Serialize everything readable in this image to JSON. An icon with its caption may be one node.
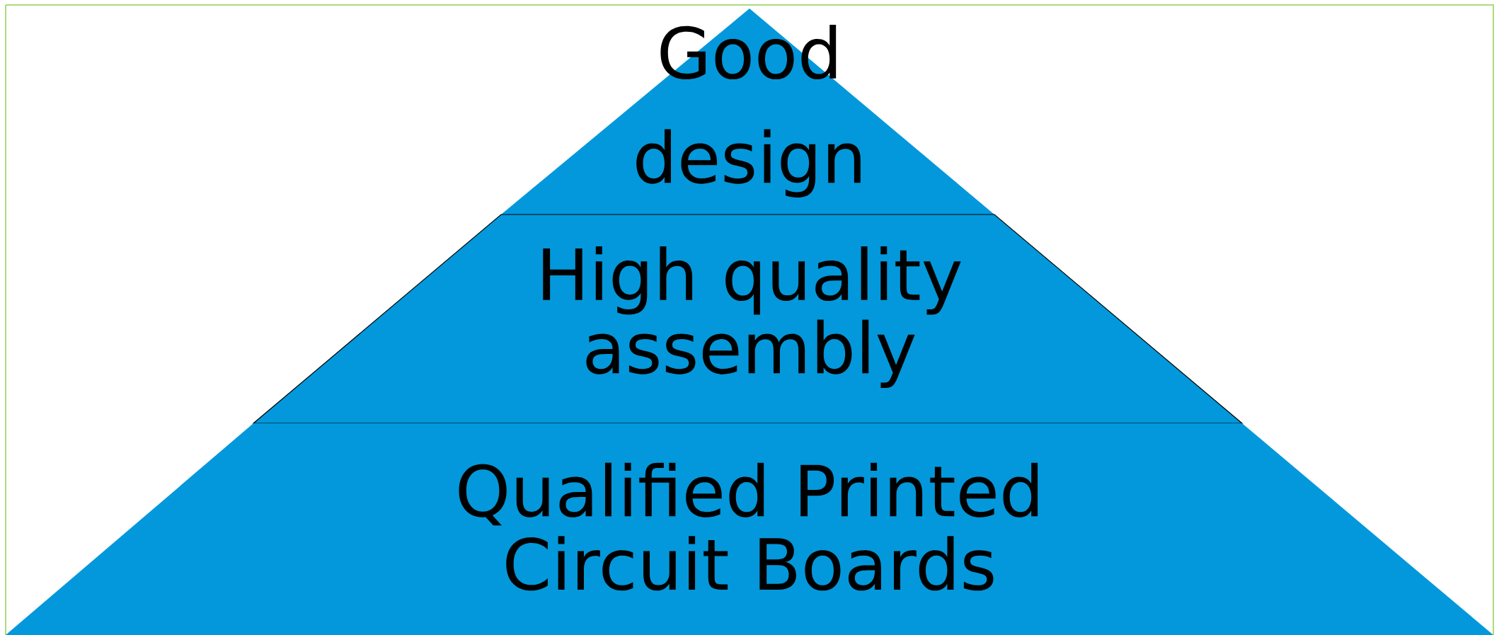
{
  "diagram": {
    "nodes": [
      {
        "text": [
          "Good",
          "design"
        ]
      },
      {
        "text": [
          "High quality assembly"
        ]
      },
      {
        "text": [
          "Qualified Printed Circuit Boards"
        ]
      }
    ]
  }
}
